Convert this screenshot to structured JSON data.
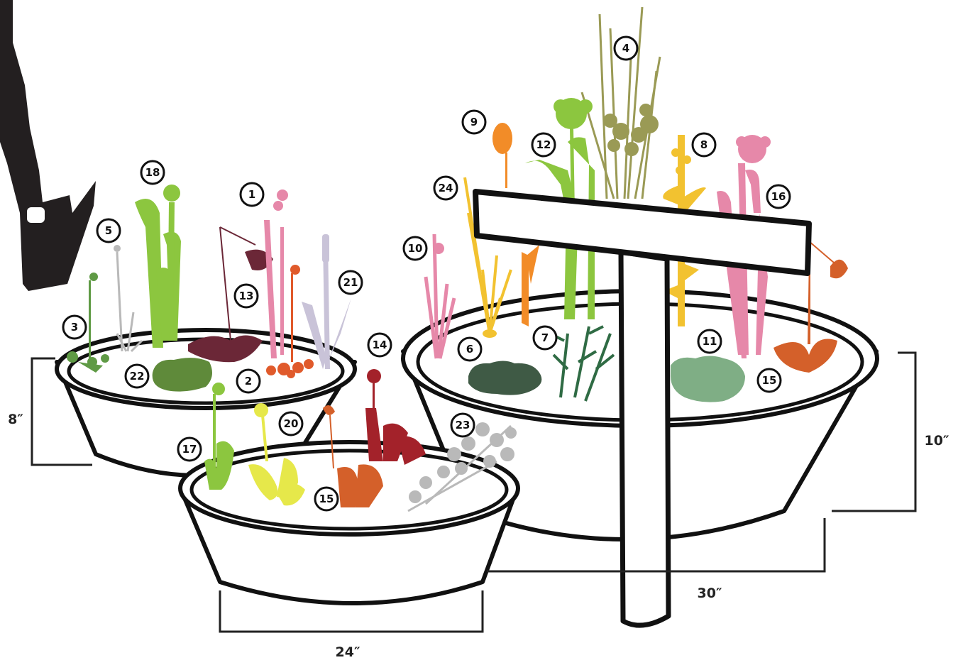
{
  "labels": [
    "1",
    "2",
    "3",
    "4",
    "5",
    "6",
    "7",
    "8",
    "9",
    "10",
    "11",
    "12",
    "13",
    "14",
    "15",
    "16",
    "17",
    "18",
    "20",
    "21",
    "22",
    "23",
    "24"
  ],
  "dimensions": {
    "left_height": "8″",
    "right_height": "10″",
    "front_width": "24″",
    "large_width": "30″"
  },
  "colors": {
    "outline": "#111111",
    "watering_can": "#231f20",
    "pitcher_green": "#8cc63f",
    "maroon": "#6b2737",
    "pink": "#e688a9",
    "orange_red": "#e05a2b",
    "lavender": "#c9c3d8",
    "olive": "#9a9a55",
    "orange": "#f28c28",
    "gold": "#f2c230",
    "moss_dark": "#3f5a45",
    "moss_green": "#5f8a3a",
    "fern_green": "#2f6b44",
    "sage": "#7fae85",
    "red": "#a3222a",
    "rust": "#d4602a",
    "yellow": "#e6e84a",
    "grey": "#b9b9b9"
  }
}
